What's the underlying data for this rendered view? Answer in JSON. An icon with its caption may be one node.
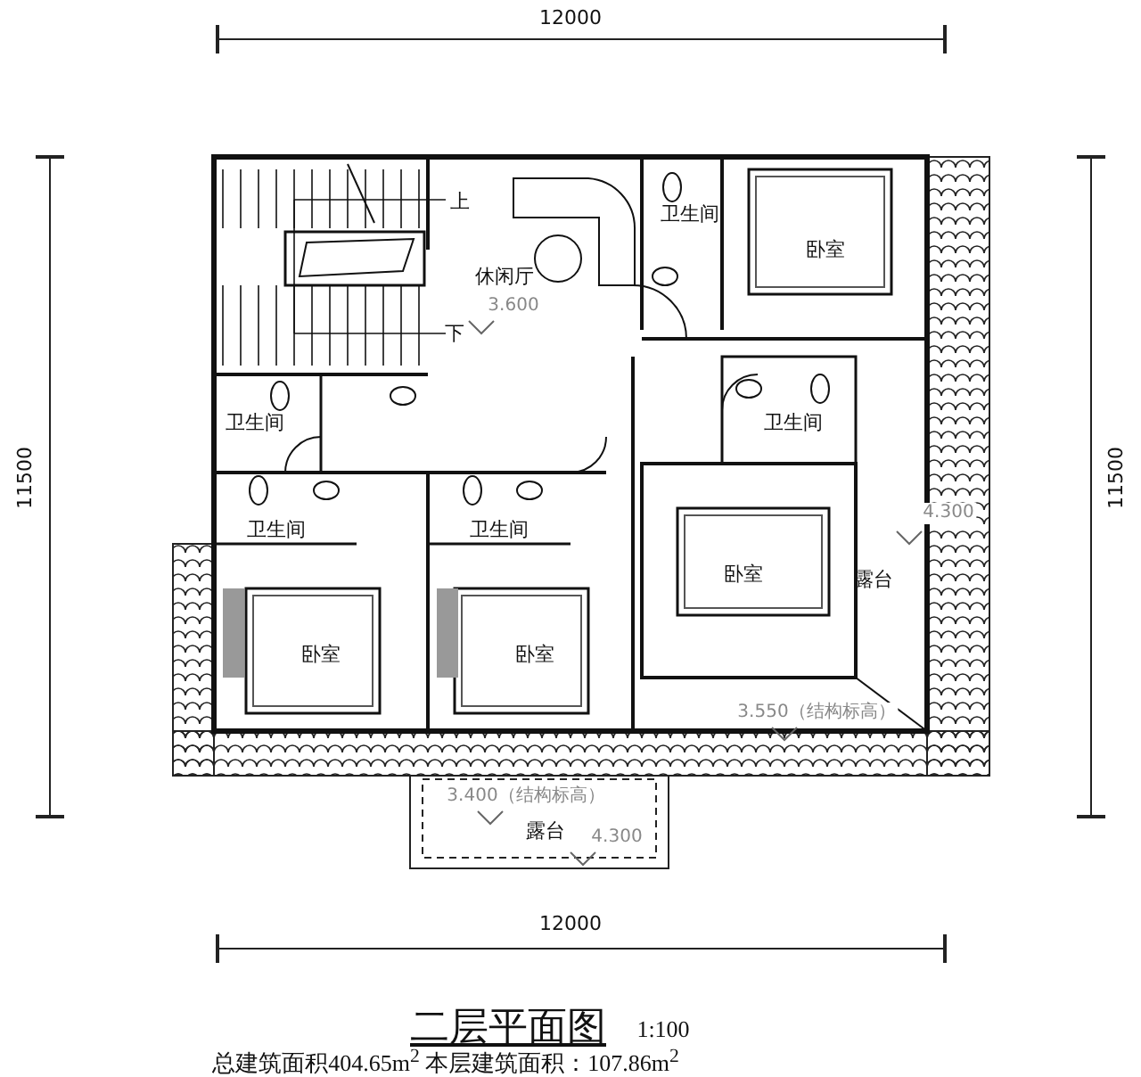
{
  "diagram": {
    "title": "二层平面图",
    "caption": "总建筑面积404.65m$^{2}$ 本层建筑面积：107.86m$^{2}$",
    "labels": [
      "12000",
      "11500",
      "上",
      "卫生间",
      "卧室",
      "休闲厅",
      "3.600",
      "下",
      "卫生间",
      "卫生间",
      "11500",
      "4.300",
      "卫生间",
      "卫生间",
      "卧室",
      "露台",
      "卧室",
      "卧室",
      "3.550（结构标高）",
      "3.400（结构标高）",
      "露台",
      "4.300",
      "12000",
      "1:100"
    ]
  }
}
